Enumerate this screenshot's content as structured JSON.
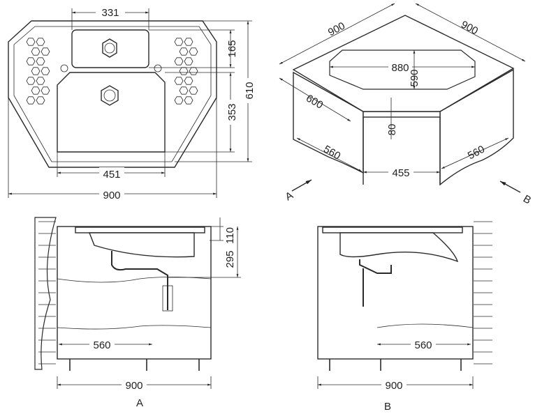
{
  "plan_view": {
    "dims": {
      "small_bowl_width": "331",
      "small_bowl_depth": "165",
      "total_depth": "610",
      "main_bowl_depth": "353",
      "main_bowl_width": "451",
      "total_width": "900"
    }
  },
  "iso_view": {
    "dims": {
      "side_left": "900",
      "side_right": "900",
      "bowl_width": "880",
      "bowl_depth": "590",
      "worktop_depth": "600",
      "front_height": "80",
      "cabinet_left": "560",
      "cabinet_right": "560",
      "front_width": "455"
    },
    "view_a": "A",
    "view_b": "B"
  },
  "elevation_a": {
    "dims": {
      "rim": "110",
      "drain_depth": "295",
      "cabinet": "560",
      "width": "900"
    },
    "label": "A"
  },
  "elevation_b": {
    "dims": {
      "cabinet": "560",
      "width": "900"
    },
    "label": "B"
  }
}
